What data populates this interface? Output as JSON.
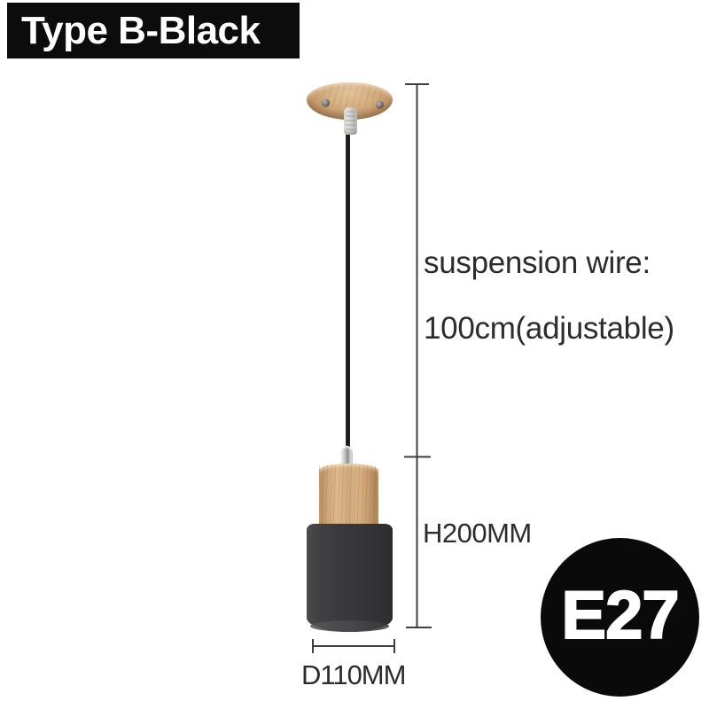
{
  "label_badge": {
    "text": "Type B-Black"
  },
  "annotations": {
    "suspension": {
      "line1": "suspension wire:",
      "line2": "100cm(adjustable)"
    },
    "height": "H200MM",
    "diameter": "D110MM",
    "socket": "E27"
  },
  "colors": {
    "background": "#ffffff",
    "label_badge_bg": "#0c0c0c",
    "label_badge_text": "#ffffff",
    "annotation_text": "#2c2c2c",
    "dimension_line": "#3f3f3f",
    "socket_badge_bg": "#0a0a0a",
    "socket_badge_text": "#ffffff",
    "wood": "#d0aa7c",
    "shade": "#3a3a3c",
    "wire": "#1b1b1b",
    "chrome_connector": "#cfcfcf",
    "cord_grip": "#d6d6d2"
  }
}
